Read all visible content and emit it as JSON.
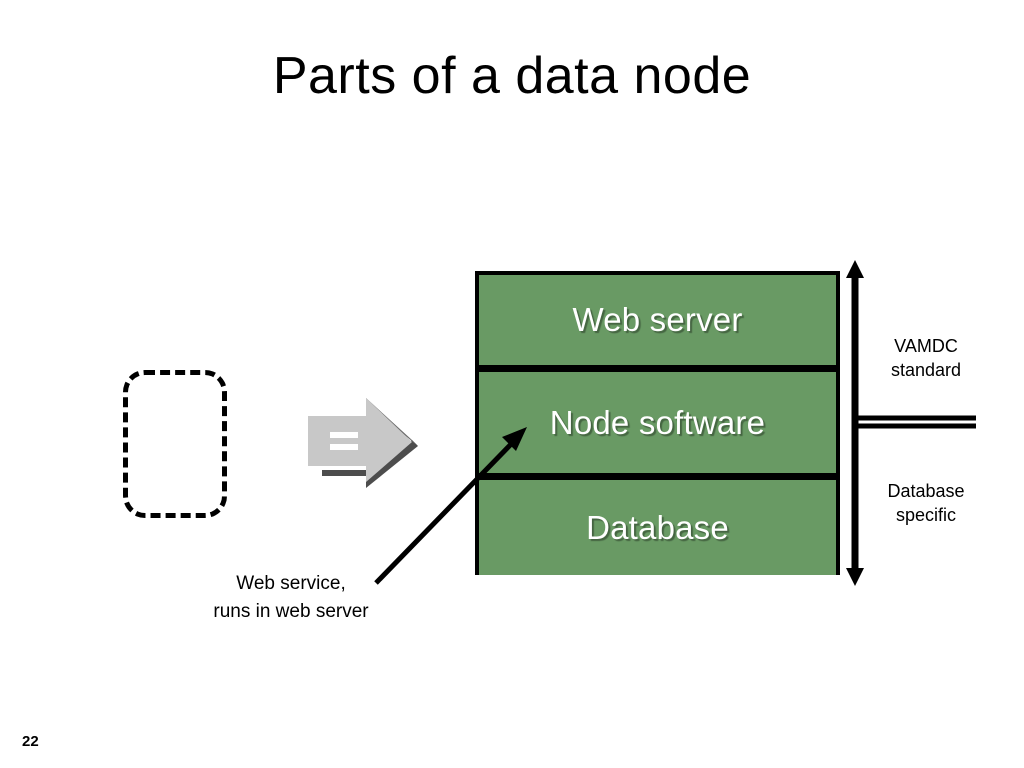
{
  "slide": {
    "title": "Parts of a data node",
    "page_number": "22",
    "background_color": "#ffffff"
  },
  "node_stack": {
    "fill_color": "#699a64",
    "border_color": "#000000",
    "text_color": "#ffffff",
    "layers": [
      {
        "id": "web-server",
        "label": "Web server"
      },
      {
        "id": "node-software",
        "label": "Node software"
      },
      {
        "id": "database",
        "label": "Database"
      }
    ]
  },
  "client_box": {
    "name": "client-placeholder",
    "style": "dashed-rounded-rectangle",
    "label": ""
  },
  "equals_arrow": {
    "name": "equals-block-arrow",
    "glyph": "=",
    "fill_color": "#c8c8c8",
    "shadow_color": "#4d4d4d",
    "direction": "right"
  },
  "scope_bracket": {
    "name": "vertical-double-arrow",
    "color": "#000000",
    "upper_label": "VAMDC\nstandard",
    "upper_label_line1": "VAMDC",
    "upper_label_line2": "standard",
    "lower_label_line1": "Database",
    "lower_label_line2": "specific"
  },
  "callout": {
    "arrow_name": "diagonal-callout-arrow",
    "caption_line1": "Web service,",
    "caption_line2": "runs in web server",
    "points_to": "node-software"
  }
}
